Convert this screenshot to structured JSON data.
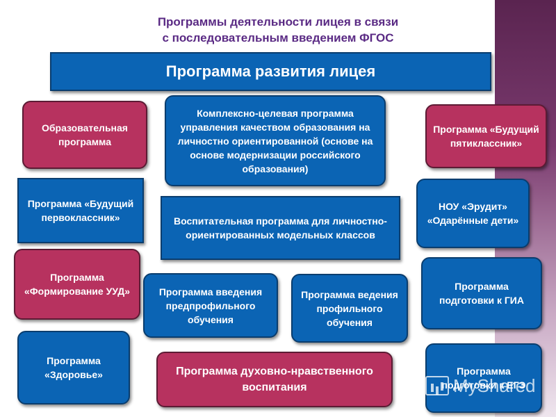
{
  "title": {
    "line1": "Программы деятельности  лицея в связи",
    "line2": "с последовательным введением ФГОС"
  },
  "main_program": "Программа развития лицея",
  "boxes": {
    "educational": "Образовательная программа",
    "complex_target": "Комплексно-целевая программа управления качеством образования на личностно ориентированной (основе на основе модернизации российского образования)",
    "future_fifth": "Программа «Будущий пятиклассник»",
    "future_first": "Программа «Будущий первоклассник»",
    "upbringing": "Воспитательная программа  для личностно-ориентированных модельных классов",
    "nou_erudit": "НОУ «Эрудит» «Одарённые дети»",
    "uud": "Программа «Формирование УУД»",
    "preprofile": "Программа введения предпрофильного обучения",
    "profile": "Программа ведения профильного обучения",
    "gia": "Программа подготовки к ГИА",
    "health": "Программа «Здоровье»",
    "spiritual": "Программа духовно-нравственного воспитания",
    "ege": "Программа подготовки к ЕГЭ"
  },
  "colors": {
    "blue_box": "#0b64b4",
    "red_box": "#b7325f",
    "title": "#5a2a84",
    "side_band": "#5a2450"
  },
  "watermark": "MyShared"
}
